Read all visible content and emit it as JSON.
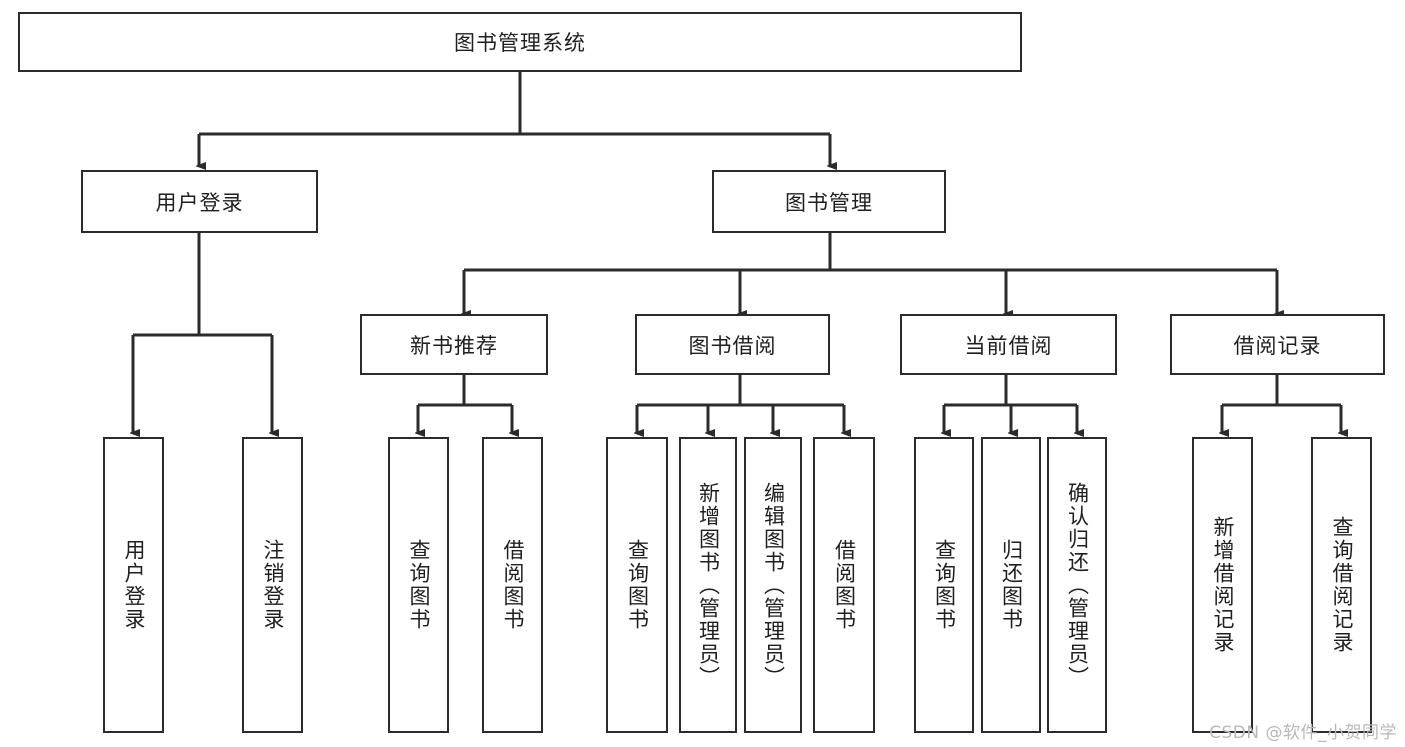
{
  "diagram": {
    "title": "图书管理系统",
    "type": "tree-hierarchy",
    "watermark": "CSDN @软件_小贺同学",
    "colors": {
      "stroke": "#2b2b2b",
      "fill": "#ffffff",
      "text": "#1f1f1f",
      "watermark": "#b8b8b8"
    },
    "root": {
      "label": "图书管理系统"
    },
    "level1": [
      {
        "id": "user-login",
        "label": "用户登录"
      },
      {
        "id": "book-manage",
        "label": "图书管理"
      }
    ],
    "level2": [
      {
        "id": "new-book-rec",
        "label": "新书推荐",
        "parent": "book-manage"
      },
      {
        "id": "book-borrow",
        "label": "图书借阅",
        "parent": "book-manage"
      },
      {
        "id": "current-borrow",
        "label": "当前借阅",
        "parent": "book-manage"
      },
      {
        "id": "borrow-record",
        "label": "借阅记录",
        "parent": "book-manage"
      }
    ],
    "leaves": [
      {
        "id": "leaf-user-login",
        "label": "用户登录",
        "parent": "user-login"
      },
      {
        "id": "leaf-user-logout",
        "label": "注销登录",
        "parent": "user-login"
      },
      {
        "id": "leaf-query-book-1",
        "label": "查询图书",
        "parent": "new-book-rec"
      },
      {
        "id": "leaf-borrow-book-1",
        "label": "借阅图书",
        "parent": "new-book-rec"
      },
      {
        "id": "leaf-query-book-2",
        "label": "查询图书",
        "parent": "book-borrow"
      },
      {
        "id": "leaf-add-book",
        "label": "新增图书（管理员）",
        "parent": "book-borrow"
      },
      {
        "id": "leaf-edit-book",
        "label": "编辑图书（管理员）",
        "parent": "book-borrow"
      },
      {
        "id": "leaf-borrow-book-2",
        "label": "借阅图书",
        "parent": "book-borrow"
      },
      {
        "id": "leaf-query-book-3",
        "label": "查询图书",
        "parent": "current-borrow"
      },
      {
        "id": "leaf-return-book",
        "label": "归还图书",
        "parent": "current-borrow"
      },
      {
        "id": "leaf-confirm-return",
        "label": "确认归还（管理员）",
        "parent": "current-borrow"
      },
      {
        "id": "leaf-add-record",
        "label": "新增借阅记录",
        "parent": "borrow-record"
      },
      {
        "id": "leaf-query-record",
        "label": "查询借阅记录",
        "parent": "borrow-record"
      }
    ]
  }
}
